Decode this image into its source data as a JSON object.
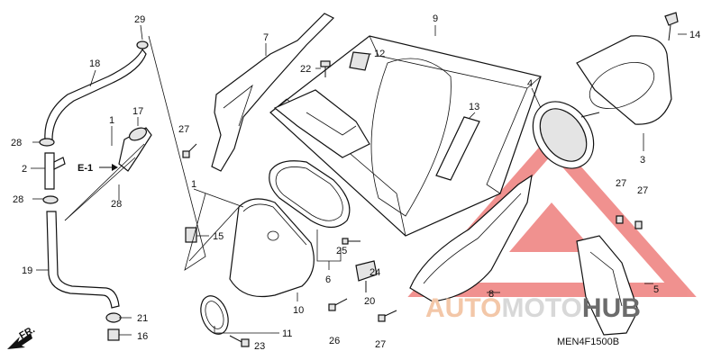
{
  "diagram": {
    "drawing_code": "MEN4F1500B",
    "front_label": "FR.",
    "ref_label": "E-1",
    "callouts": {
      "c1a": "1",
      "c1b": "1",
      "c2": "2",
      "c3": "3",
      "c4": "4",
      "c5": "5",
      "c6": "6",
      "c7": "7",
      "c8": "8",
      "c9": "9",
      "c10": "10",
      "c11": "11",
      "c12": "12",
      "c13": "13",
      "c14": "14",
      "c15": "15",
      "c16": "16",
      "c17": "17",
      "c18": "18",
      "c19": "19",
      "c20": "20",
      "c21": "21",
      "c22": "22",
      "c23": "23",
      "c24": "24",
      "c25": "25",
      "c26": "26",
      "c27a": "27",
      "c27b": "27",
      "c27c": "27",
      "c27d": "27",
      "c28a": "28",
      "c28b": "28",
      "c28c": "28",
      "c29": "29"
    }
  },
  "watermark": {
    "brand_part1": "AUTO",
    "brand_part2": "MOTO",
    "brand_part3": "HUB",
    "logo_color": "#e53935"
  }
}
